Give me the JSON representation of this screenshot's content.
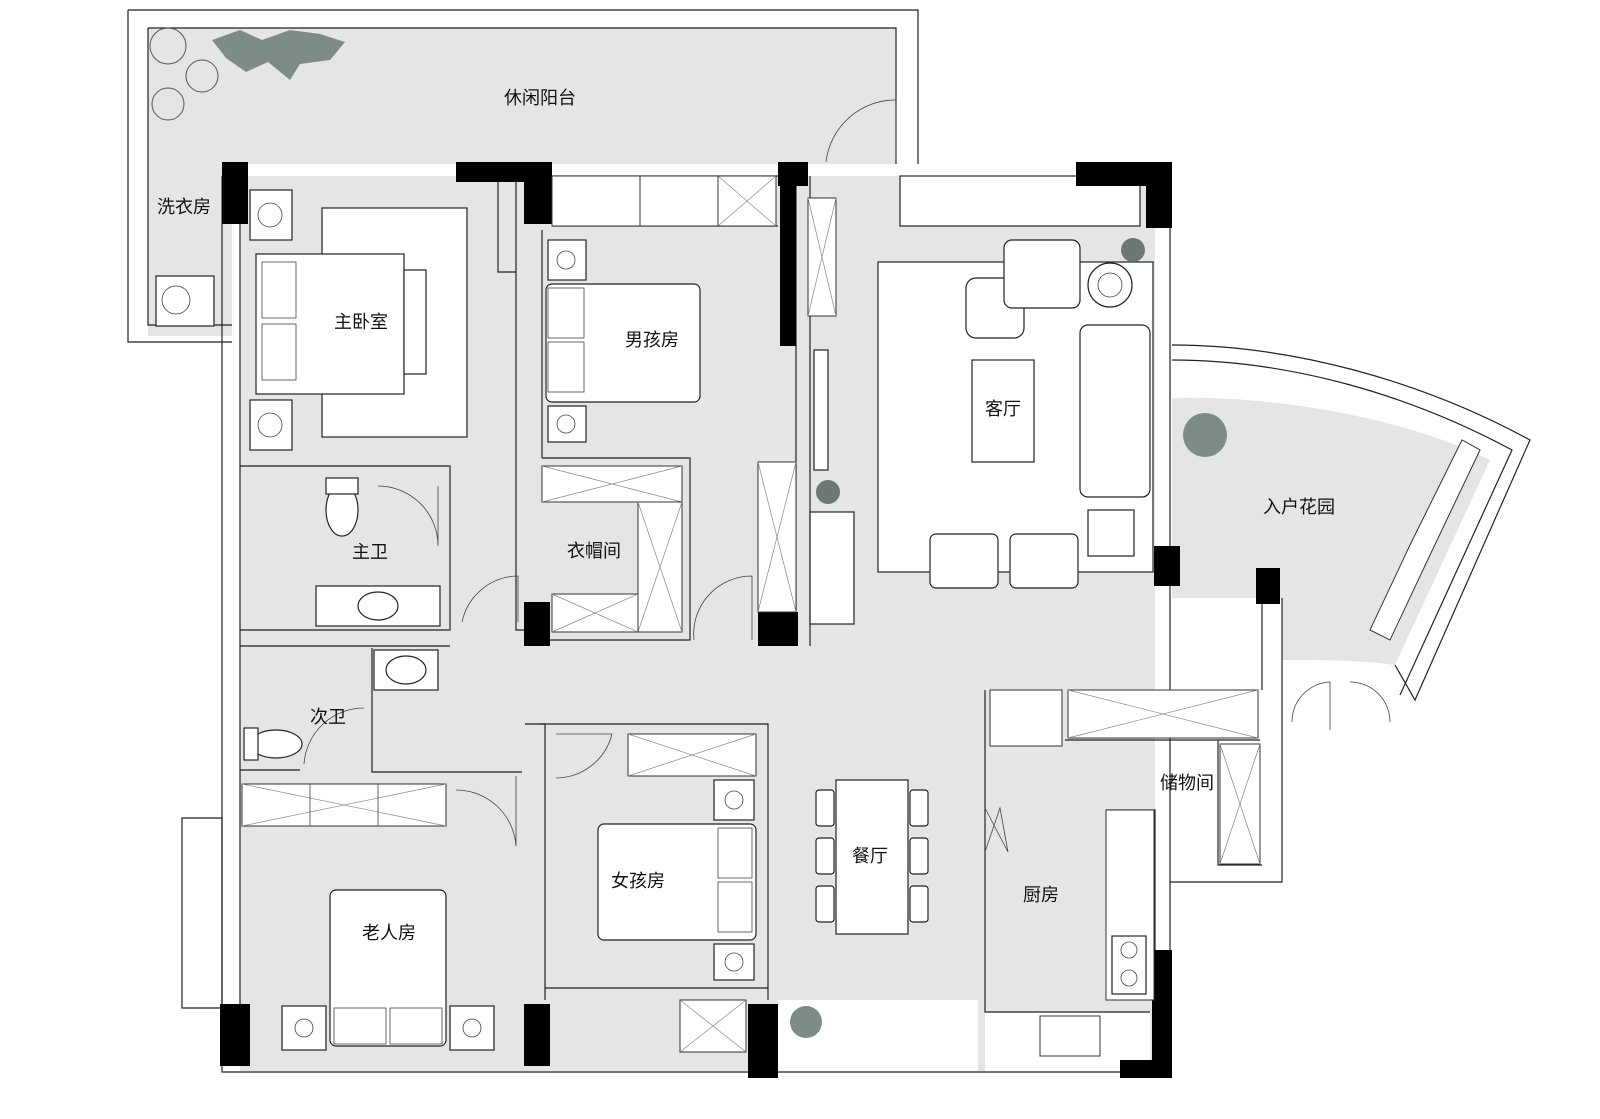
{
  "rooms": {
    "balcony": "休闲阳台",
    "laundry": "洗衣房",
    "master_bedroom": "主卧室",
    "boys_room": "男孩房",
    "living_room": "客厅",
    "entry_garden": "入户花园",
    "master_bath": "主卫",
    "wardrobe": "衣帽间",
    "second_bath": "次卫",
    "storage": "储物间",
    "dining": "餐厅",
    "girls_room": "女孩房",
    "kitchen": "厨房",
    "elder_room": "老人房"
  },
  "colors": {
    "floor": "#e5e5e5",
    "wall": "#000000",
    "plant": "#7f8c86"
  }
}
